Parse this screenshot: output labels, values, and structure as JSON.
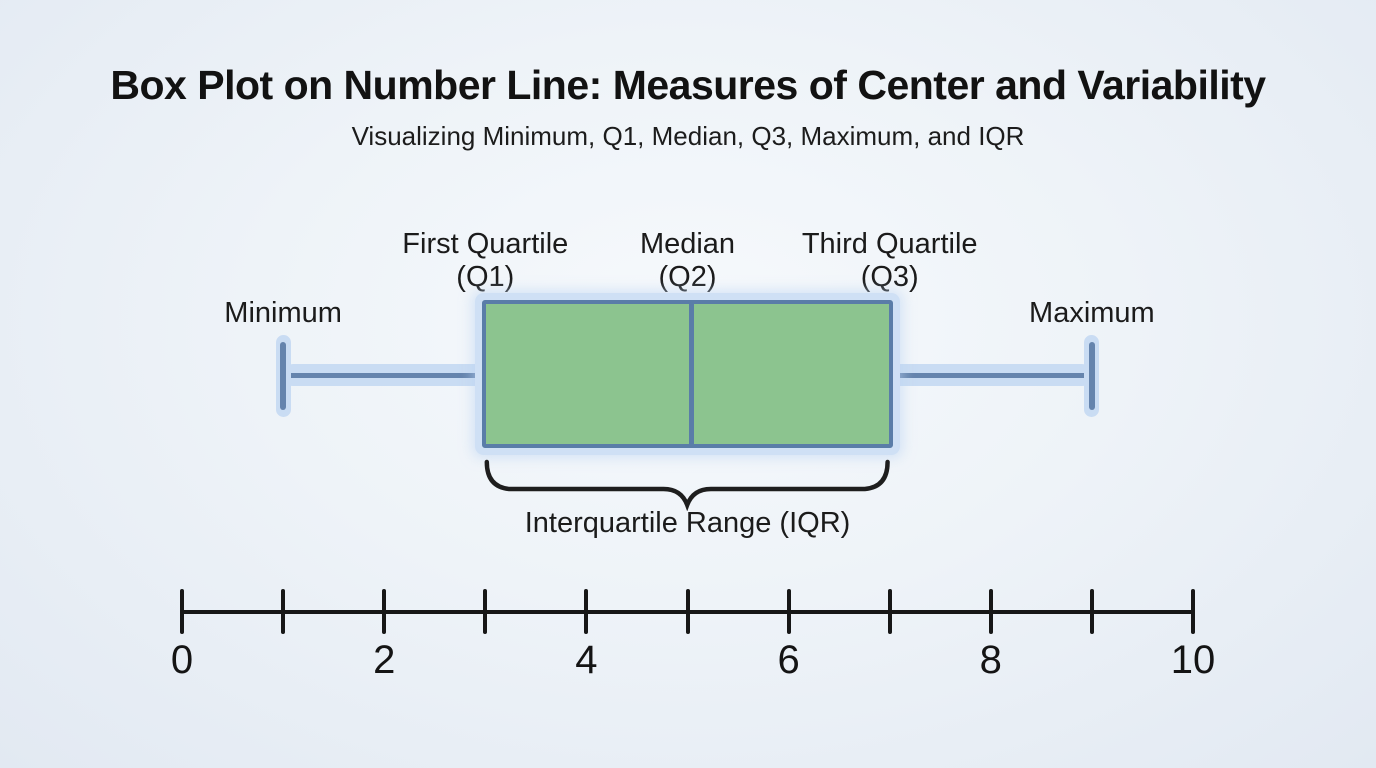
{
  "header": {
    "title": "Box Plot on Number Line: Measures of Center and Variability",
    "subtitle": "Visualizing Minimum, Q1, Median, Q3, Maximum, and IQR"
  },
  "boxplot": {
    "labels": {
      "minimum": "Minimum",
      "q1_line1": "First Quartile",
      "q1_line2": "(Q1)",
      "median_line1": "Median",
      "median_line2": "(Q2)",
      "q3_line1": "Third Quartile",
      "q3_line2": "(Q3)",
      "maximum": "Maximum",
      "iqr": "Interquartile Range (IQR)"
    },
    "colors": {
      "box_fill": "#8cc48f",
      "box_border": "#5a7da8",
      "whisker_line": "#6584ad",
      "whisker_band": "#c9dcf3",
      "glow": "#cfe0f5",
      "text": "#1b1b1b",
      "background_center": "#f6f9fc",
      "background_edge": "#e2e9f2"
    }
  },
  "chart_data": {
    "type": "boxplot",
    "orientation": "horizontal",
    "title": "Box Plot on Number Line: Measures of Center and Variability",
    "subtitle": "Visualizing Minimum, Q1, Median, Q3, Maximum, and IQR",
    "values": {
      "minimum": 1,
      "q1": 3,
      "median": 5,
      "q3": 7,
      "maximum": 9,
      "iqr": 4
    },
    "axis": {
      "min": 0,
      "max": 10,
      "tick_step": 1,
      "label_step": 2,
      "tick_labels": [
        "0",
        "2",
        "4",
        "6",
        "8",
        "10"
      ]
    }
  }
}
